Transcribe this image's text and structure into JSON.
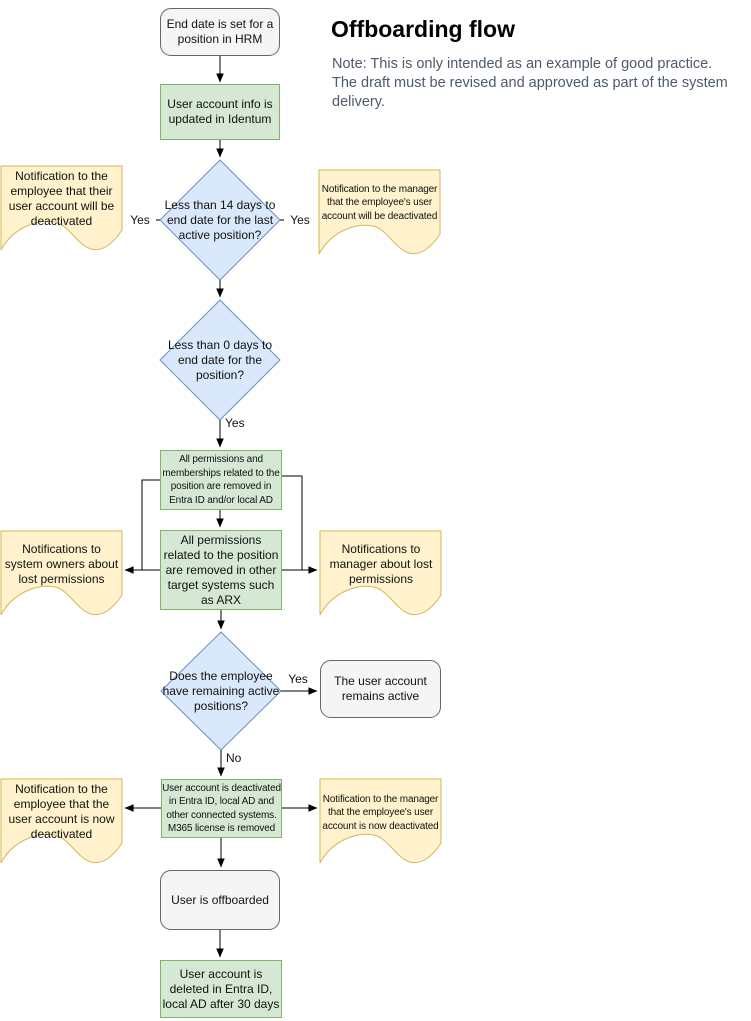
{
  "header": {
    "title": "Offboarding flow",
    "note": "Note: This is only intended as an example of good practice. The draft must be revised and approved as part of the system delivery."
  },
  "colors": {
    "process_fill": "#d5e8d4",
    "process_stroke": "#82b366",
    "decision_fill": "#dae8fc",
    "decision_stroke": "#6c8ebf",
    "terminal_fill": "#f5f5f5",
    "terminal_stroke": "#666666",
    "notification_fill": "#fff2cc",
    "notification_stroke": "#d6b656",
    "connector": "#000000"
  },
  "nodes": {
    "start": {
      "type": "terminal",
      "label": "End date is set for a position in HRM"
    },
    "identum": {
      "type": "process",
      "label": "User account info is updated in Identum"
    },
    "decision14": {
      "type": "decision",
      "label": "Less than 14 days to end date for the last active position?"
    },
    "noteEmployeeWill": {
      "type": "notification",
      "label": "Notification to the employee that their user account will be deactivated"
    },
    "noteManagerWill": {
      "type": "notification",
      "label": "Notification to the manager that the employee's user account will be deactivated"
    },
    "decision0": {
      "type": "decision",
      "label": "Less than 0 days to end date for the position?"
    },
    "removeAd": {
      "type": "process",
      "label": "All permissions and memberships related to the position are removed in Entra ID and/or local AD"
    },
    "removeOther": {
      "type": "process",
      "label": "All permissions related to the position are removed in other target systems such as ARX"
    },
    "noteSystemOwners": {
      "type": "notification",
      "label": "Notifications to system owners about lost permissions"
    },
    "noteManagerLost": {
      "type": "notification",
      "label": "Notifications to manager about lost permissions"
    },
    "decisionRemaining": {
      "type": "decision",
      "label": "Does the employee have remaining active positions?"
    },
    "remainsActive": {
      "type": "terminal",
      "label": "The user account remains active"
    },
    "deactivate": {
      "type": "process",
      "label": "User account is deactivated in Entra ID, local AD and other connected systems. M365 license is removed"
    },
    "noteEmployeeNow": {
      "type": "notification",
      "label": "Notification to the employee that the user account is now deactivated"
    },
    "noteManagerNow": {
      "type": "notification",
      "label": "Notification to the manager that the employee's user account is now deactivated"
    },
    "offboarded": {
      "type": "terminal",
      "label": "User is offboarded"
    },
    "deleted": {
      "type": "process",
      "label": "User account is deleted in Entra ID, local AD after 30 days"
    }
  },
  "edge_labels": {
    "decision14_left": "Yes",
    "decision14_right": "Yes",
    "decision0_down": "Yes",
    "decisionRemaining_right": "Yes",
    "decisionRemaining_down": "No"
  }
}
